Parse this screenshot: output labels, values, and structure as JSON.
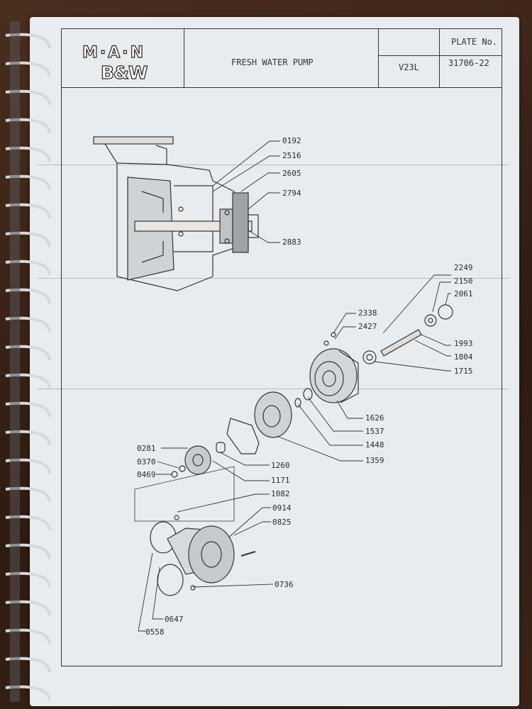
{
  "title_block": {
    "logo_top": "M·A·N",
    "logo_bottom": "B&W",
    "title": "FRESH WATER PUMP",
    "model": "V23L",
    "plate_label": "PLATE No.",
    "plate_number": "31706-22"
  },
  "parts": {
    "p0192": "0192",
    "p2516": "2516",
    "p2605": "2605",
    "p2794": "2794",
    "p2883": "2883",
    "p2249": "2249",
    "p2150": "2150",
    "p2061": "2061",
    "p2338": "2338",
    "p2427": "2427",
    "p1993": "1993",
    "p1804": "1804",
    "p1715": "1715",
    "p1626": "1626",
    "p1537": "1537",
    "p1448": "1448",
    "p1359": "1359",
    "p0281": "0281",
    "p0370": "0370",
    "p0469": "0469",
    "p1260": "1260",
    "p1171": "1171",
    "p1082": "1082",
    "p0914": "0914",
    "p0825": "0825",
    "p0736": "0736",
    "p0647": "0647",
    "p0558": "0558"
  }
}
